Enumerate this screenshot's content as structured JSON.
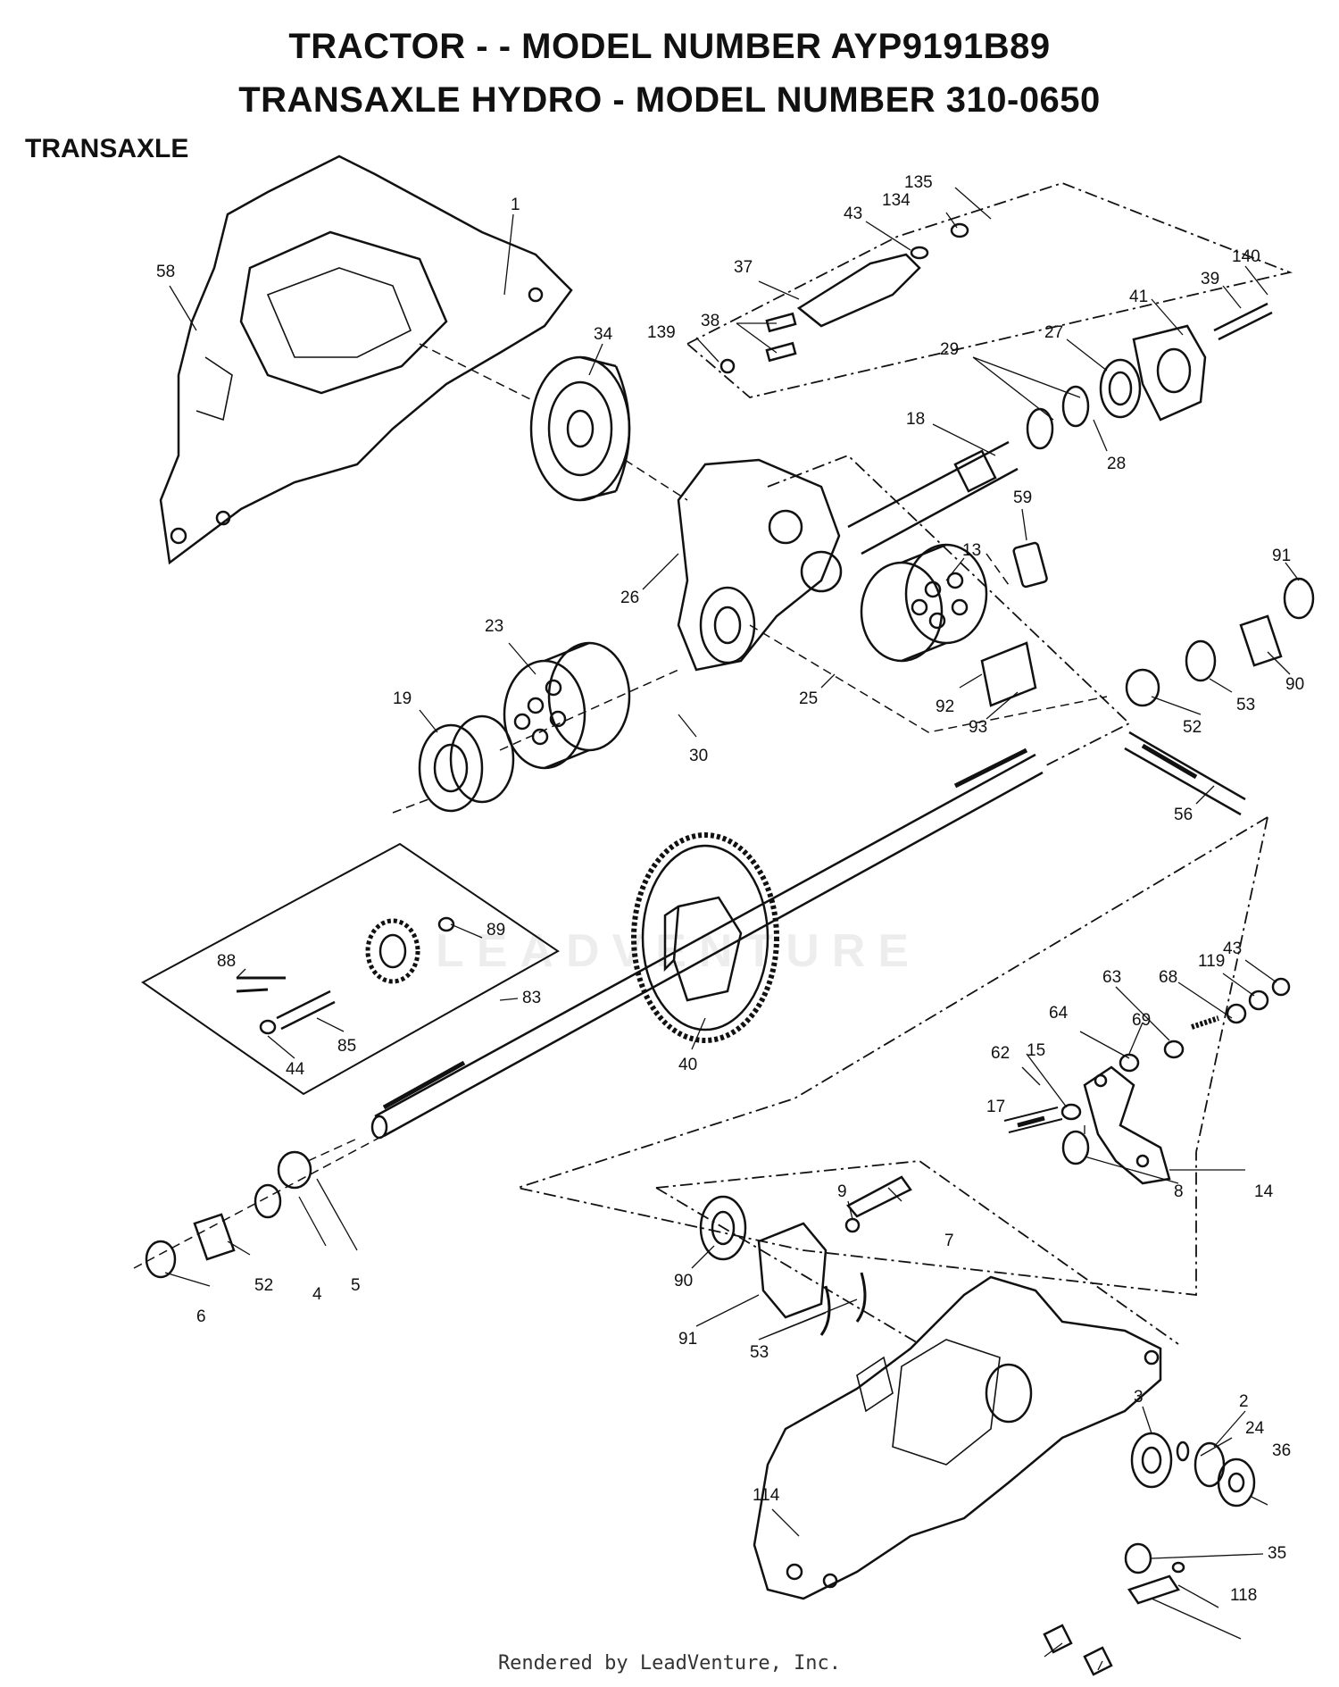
{
  "header": {
    "title_line1": "TRACTOR - - MODEL NUMBER AYP9191B89",
    "title_line2": "TRANSAXLE HYDRO - MODEL NUMBER 310-0650"
  },
  "section_label": "TRANSAXLE",
  "watermark_text": "LEADVENTURE",
  "footer": "Rendered by LeadVenture, Inc.",
  "callouts": [
    "1",
    "58",
    "34",
    "135",
    "134",
    "43",
    "37",
    "38",
    "139",
    "140",
    "39",
    "41",
    "27",
    "29",
    "18",
    "28",
    "59",
    "13",
    "26",
    "23",
    "91",
    "90",
    "53",
    "52",
    "25",
    "30",
    "19",
    "92",
    "93",
    "56",
    "89",
    "88",
    "83",
    "85",
    "44",
    "40",
    "43",
    "119",
    "68",
    "63",
    "64",
    "69",
    "62",
    "15",
    "17",
    "14",
    "8",
    "9",
    "7",
    "90",
    "91",
    "53",
    "52",
    "6",
    "4",
    "5",
    "3",
    "2",
    "24",
    "36",
    "114",
    "35",
    "118"
  ]
}
